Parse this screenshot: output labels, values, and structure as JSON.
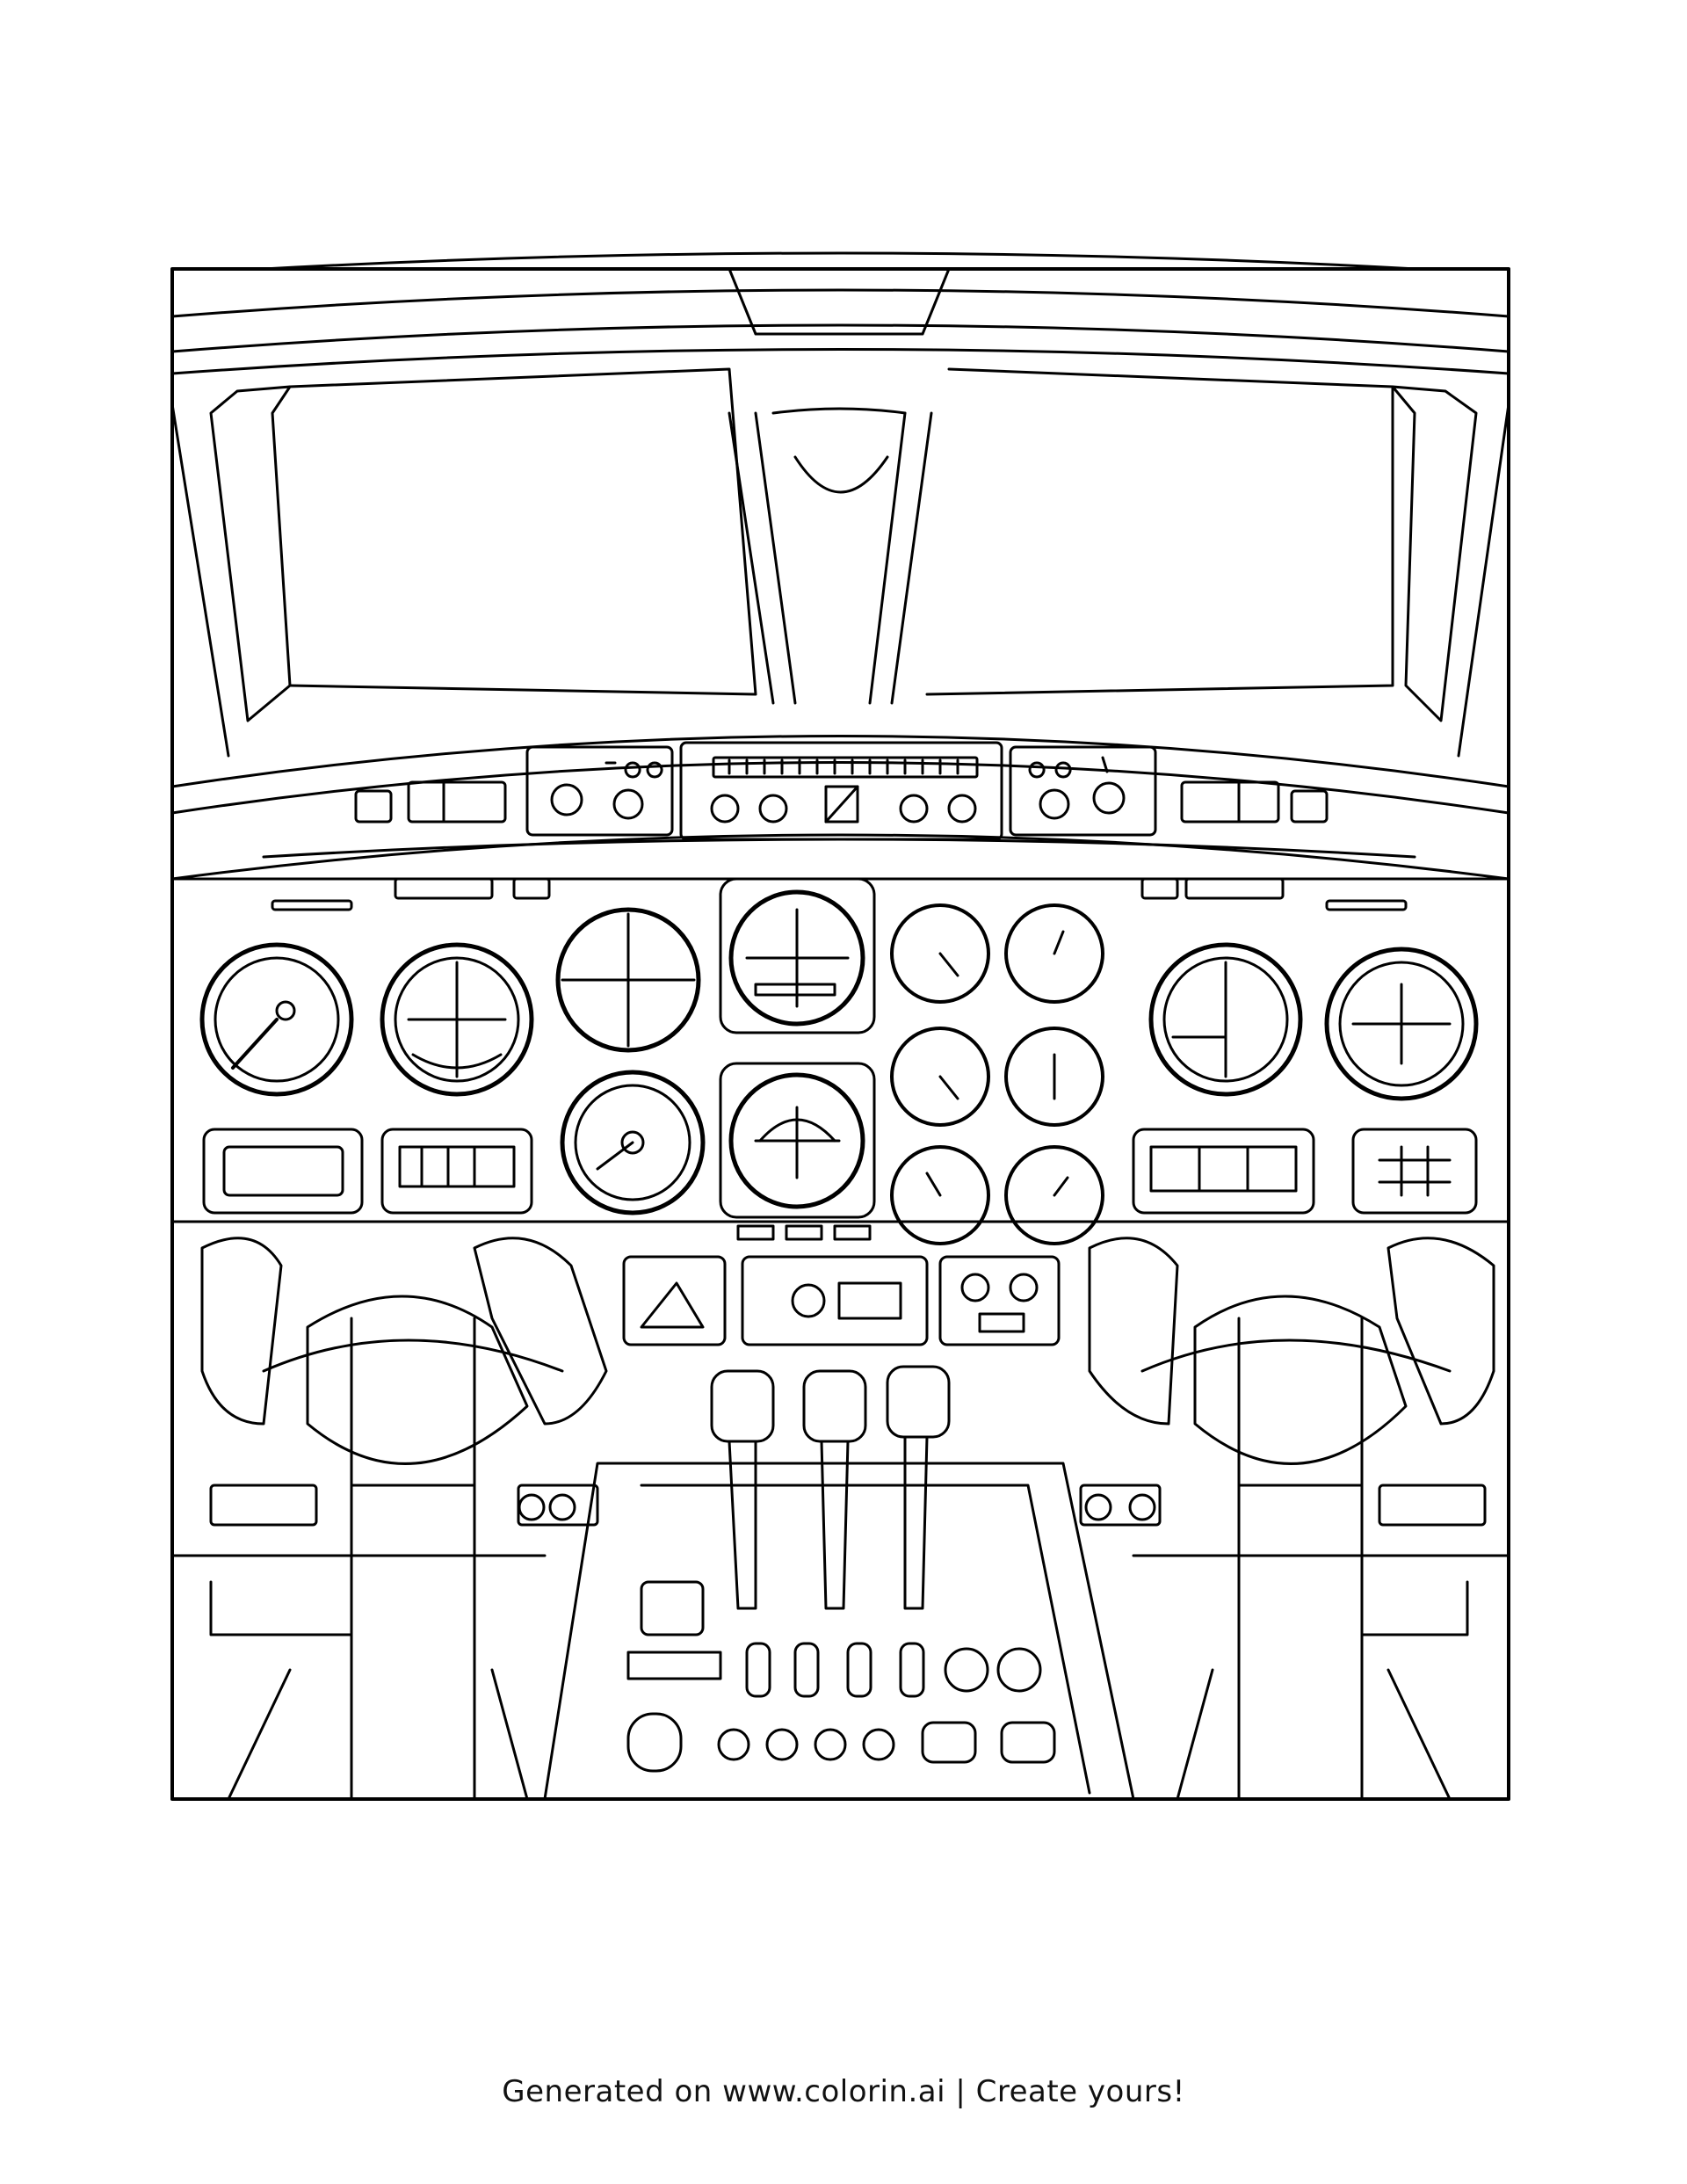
{
  "page": {
    "kind": "coloring page",
    "line_color": "#000000",
    "background_color": "#ffffff"
  },
  "illustration": {
    "subject": "airplane cockpit",
    "icons": [
      "windshield",
      "glareshield-panel",
      "instrument-gauge",
      "control-yoke",
      "throttle-lever",
      "knob",
      "switch"
    ]
  },
  "footer": {
    "text": "Generated on www.colorin.ai  | Create yours!"
  }
}
